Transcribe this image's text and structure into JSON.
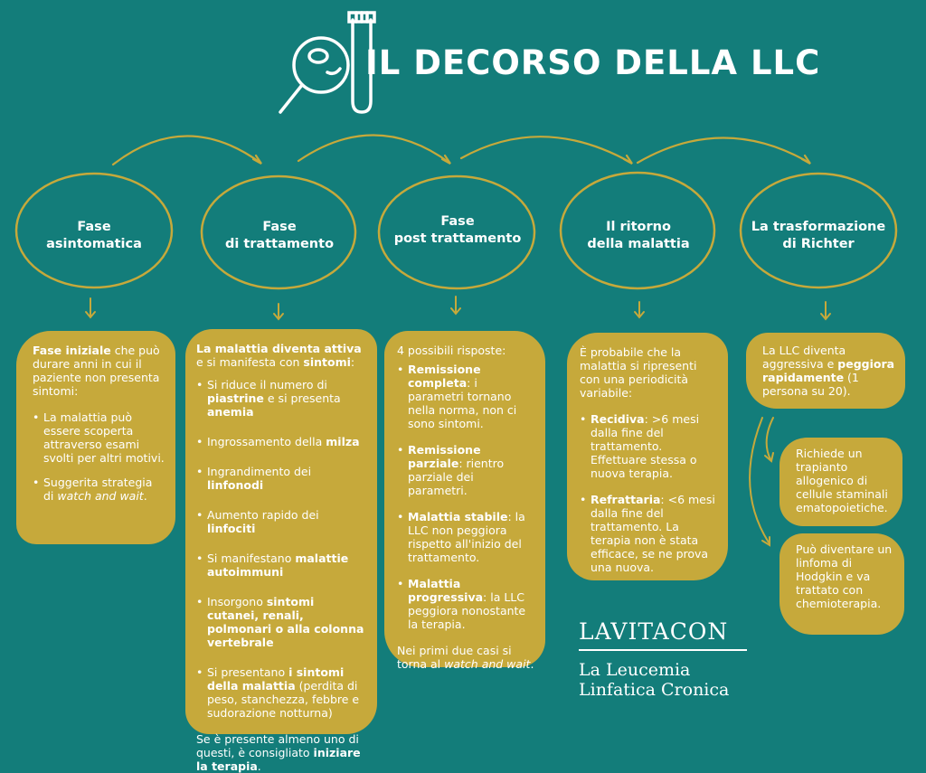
{
  "title": "IL DECORSO DELLA LLC",
  "phases": [
    {
      "line1": "Fase",
      "line2": "asintomatica"
    },
    {
      "line1": "Fase",
      "line2": "di trattamento"
    },
    {
      "line1": "Fase",
      "line2": "post trattamento"
    },
    {
      "line1": "Il ritorno",
      "line2": "della malattia"
    },
    {
      "line1": "La trasformazione",
      "line2": "di Richter"
    }
  ],
  "card1": {
    "intro_b": "Fase iniziale",
    "intro_t": " che può durare anni in cui il paziente non presenta sintomi:",
    "bullets": [
      "La malattia può essere scoperta attraverso esami svolti per altri motivi.",
      "Suggerita strategia di"
    ],
    "bullet2_i": "watch and wait",
    "bullet2_end": "."
  },
  "card2": {
    "intro_b": "La malattia diventa attiva",
    "intro_t1": " e si manifesta con ",
    "intro_b2": "sintomi",
    "intro_t2": ":",
    "b1_t": "Si riduce il numero di ",
    "b1_b": "piastrine",
    "b1_t2": " e si presenta ",
    "b1_b2": "anemia",
    "b2_t": "Ingrossamento della ",
    "b2_b": "milza",
    "b3_t": "Ingrandimento dei ",
    "b3_b": "linfonodi",
    "b4_t": "Aumento rapido dei ",
    "b4_b": "linfociti",
    "b5_t": "Si manifestano ",
    "b5_b": "malattie autoimmuni",
    "b6_t": "Insorgono ",
    "b6_b": "sintomi cutanei, renali, polmonari o alla colonna vertebrale",
    "b7_t": "Si presentano ",
    "b7_b": "i sintomi della malattia",
    "b7_t2": " (perdita di peso, stanchezza, febbre e sudorazione notturna)",
    "outro_t": "Se è presente almeno uno di questi, è consigliato ",
    "outro_b": "iniziare la terapia",
    "outro_end": "."
  },
  "card3": {
    "intro": "4 possibili risposte:",
    "r1_b": "Remissione completa",
    "r1_t": ": i parametri tornano nella norma, non ci sono sintomi.",
    "r2_b": "Remissione parziale",
    "r2_t": ": rientro parziale dei parametri.",
    "r3_b": "Malattia stabile",
    "r3_t": ": la LLC non peggiora rispetto all'inizio del trattamento.",
    "r4_b": "Malattia progressiva",
    "r4_t": ": la LLC peggiora nonostante la terapia.",
    "outro_t": "Nei primi due casi si torna al ",
    "outro_i": "watch and wait",
    "outro_end": "."
  },
  "card4": {
    "intro": "È probabile che la malattia si ripresenti con una periodicità variabile:",
    "r1_b": "Recidiva",
    "r1_t": ": >6 mesi dalla fine del trattamento. Effettuare stessa o nuova terapia.",
    "r2_b": "Refrattaria",
    "r2_t": ": <6 mesi dalla fine del trattamento. La terapia non è stata efficace, se ne prova una nuova."
  },
  "card5": {
    "t1": "La LLC diventa aggressiva e ",
    "b1": "peggiora rapidamente",
    "t2": " (1 persona su 20)."
  },
  "card6": {
    "text": "Richiede un trapianto allogenico di cellule staminali ematopoietiche."
  },
  "card7": {
    "text": "Può diventare un linfoma di Hodgkin e va trattato con chemioterapia."
  },
  "brand": {
    "name": "LAVITACON",
    "sub1": "La Leucemia",
    "sub2": "Linfatica Cronica"
  },
  "colors": {
    "background": "#137d7a",
    "accent": "#c6a93b",
    "text": "#ffffff"
  }
}
